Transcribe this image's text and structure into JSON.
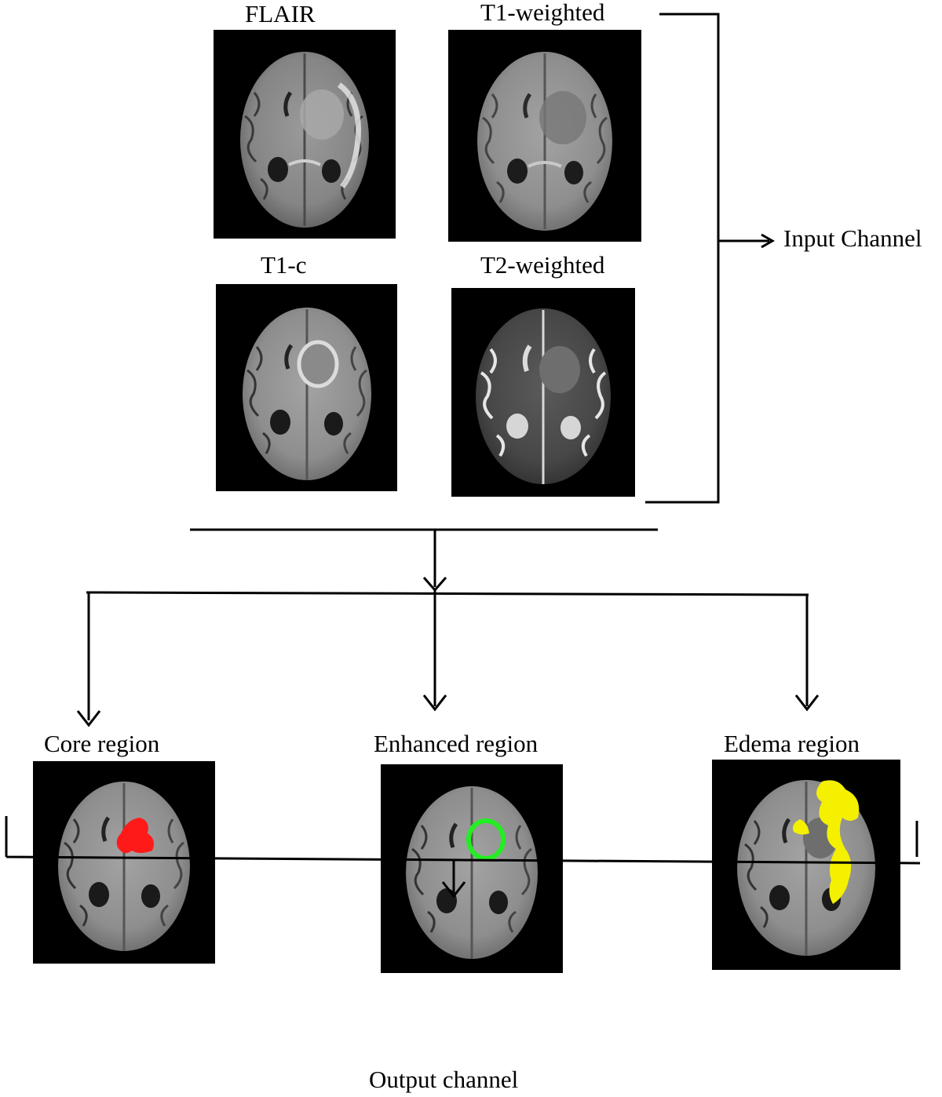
{
  "inputs": {
    "flair": "FLAIR",
    "t1w": "T1-weighted",
    "t1c": "T1-c",
    "t2w": "T2-weighted",
    "channel_label": "Input Channel"
  },
  "outputs": {
    "core": "Core region",
    "enhanced": "Enhanced region",
    "edema": "Edema region",
    "channel_label": "Output channel"
  },
  "colors": {
    "panel_bg": "#000000",
    "core_overlay": "#ff1a1a",
    "enhanced_overlay": "#22ee22",
    "edema_overlay": "#f5f000"
  }
}
